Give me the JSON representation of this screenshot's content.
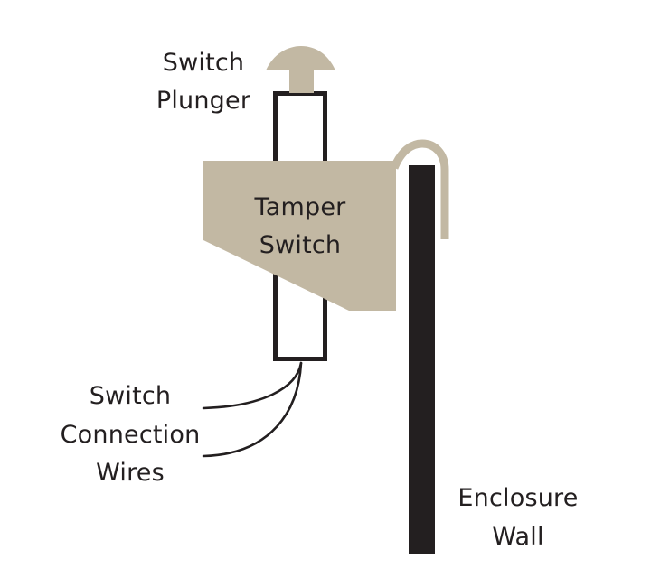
{
  "diagram": {
    "title": "Tamper switch mounted on enclosure wall",
    "colors": {
      "background": "#ffffff",
      "switch_body": "#c2b8a3",
      "outline": "#231f20",
      "wall": "#231f20",
      "text": "#231f20"
    },
    "labels": {
      "switch_plunger": {
        "line1": "Switch",
        "line2": "Plunger"
      },
      "tamper_switch": {
        "line1": "Tamper",
        "line2": "Switch"
      },
      "connection_wires": {
        "line1": "Switch",
        "line2": "Connection",
        "line3": "Wires"
      },
      "enclosure_wall": {
        "line1": "Enclosure",
        "line2": "Wall"
      }
    },
    "components": [
      {
        "id": "switch-plunger",
        "icon": "plunger-cap-shape"
      },
      {
        "id": "switch-housing",
        "icon": "rectangle-outline"
      },
      {
        "id": "tamper-switch-body",
        "icon": "tan-polygon"
      },
      {
        "id": "mounting-hook",
        "icon": "hook-clip"
      },
      {
        "id": "enclosure-wall",
        "icon": "black-bar"
      },
      {
        "id": "connection-wires",
        "icon": "two-curved-wires",
        "count": 2
      }
    ]
  }
}
